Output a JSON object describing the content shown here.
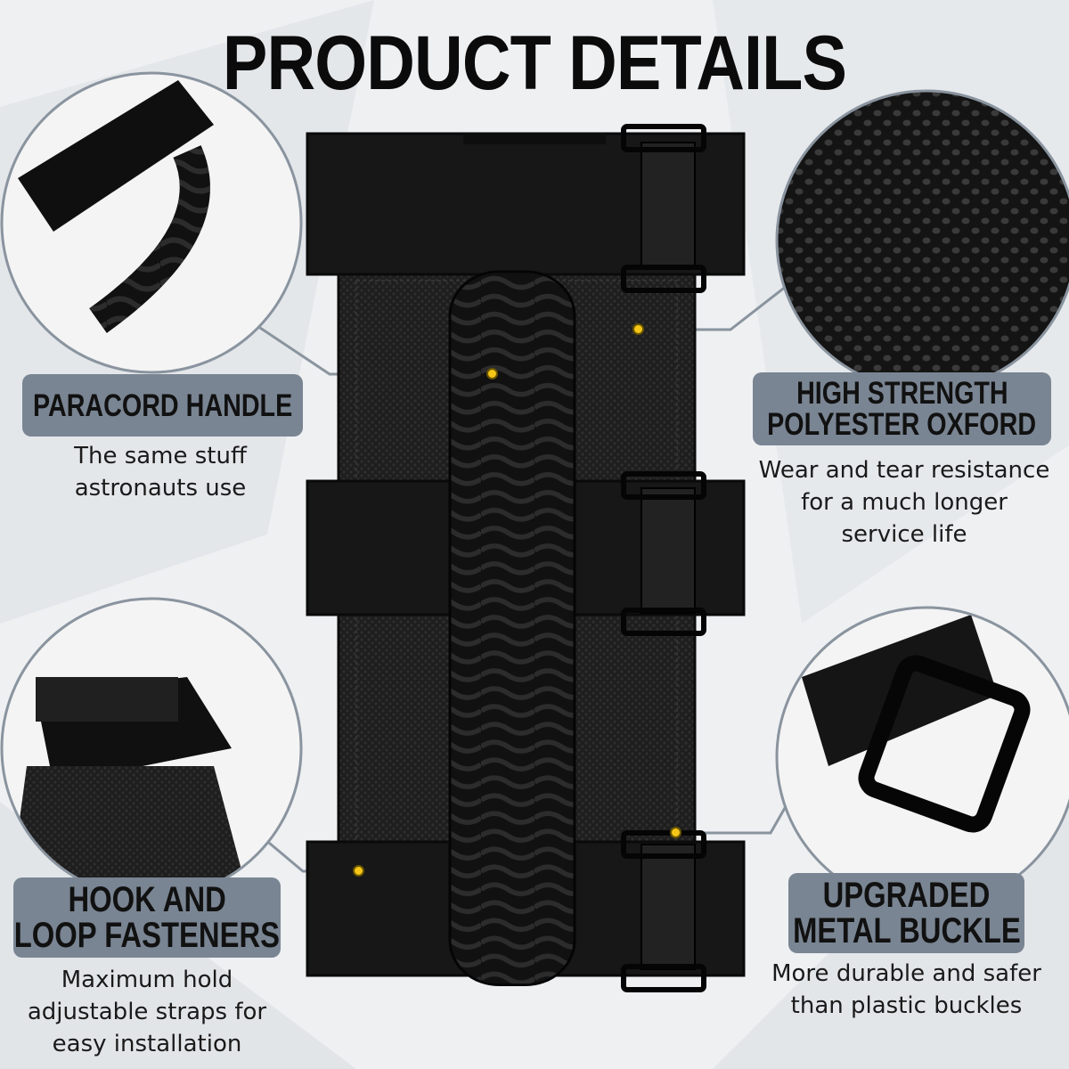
{
  "title": "PRODUCT DETAILS",
  "features": {
    "paracord": {
      "label": "PARACORD HANDLE",
      "desc": [
        "The same stuff",
        "astronauts use"
      ],
      "detail_icon": "paracord-closeup"
    },
    "fabric": {
      "label_lines": [
        "HIGH STRENGTH",
        "POLYESTER OXFORD"
      ],
      "desc": [
        "Wear and tear resistance",
        "for a much longer",
        "service life"
      ],
      "detail_icon": "fabric-texture-closeup"
    },
    "hook": {
      "label_lines": [
        "HOOK AND",
        "LOOP FASTENERS"
      ],
      "desc": [
        "Maximum hold",
        "adjustable straps for",
        "easy installation"
      ],
      "detail_icon": "velcro-closeup"
    },
    "buckle": {
      "label_lines": [
        "UPGRADED",
        "METAL BUCKLE"
      ],
      "desc": [
        "More durable and safer",
        "than plastic buckles"
      ],
      "detail_icon": "buckle-closeup"
    }
  },
  "colors": {
    "label_bg": "#7a8593",
    "dot": "#f5c518",
    "product": "#1b1b1b"
  }
}
